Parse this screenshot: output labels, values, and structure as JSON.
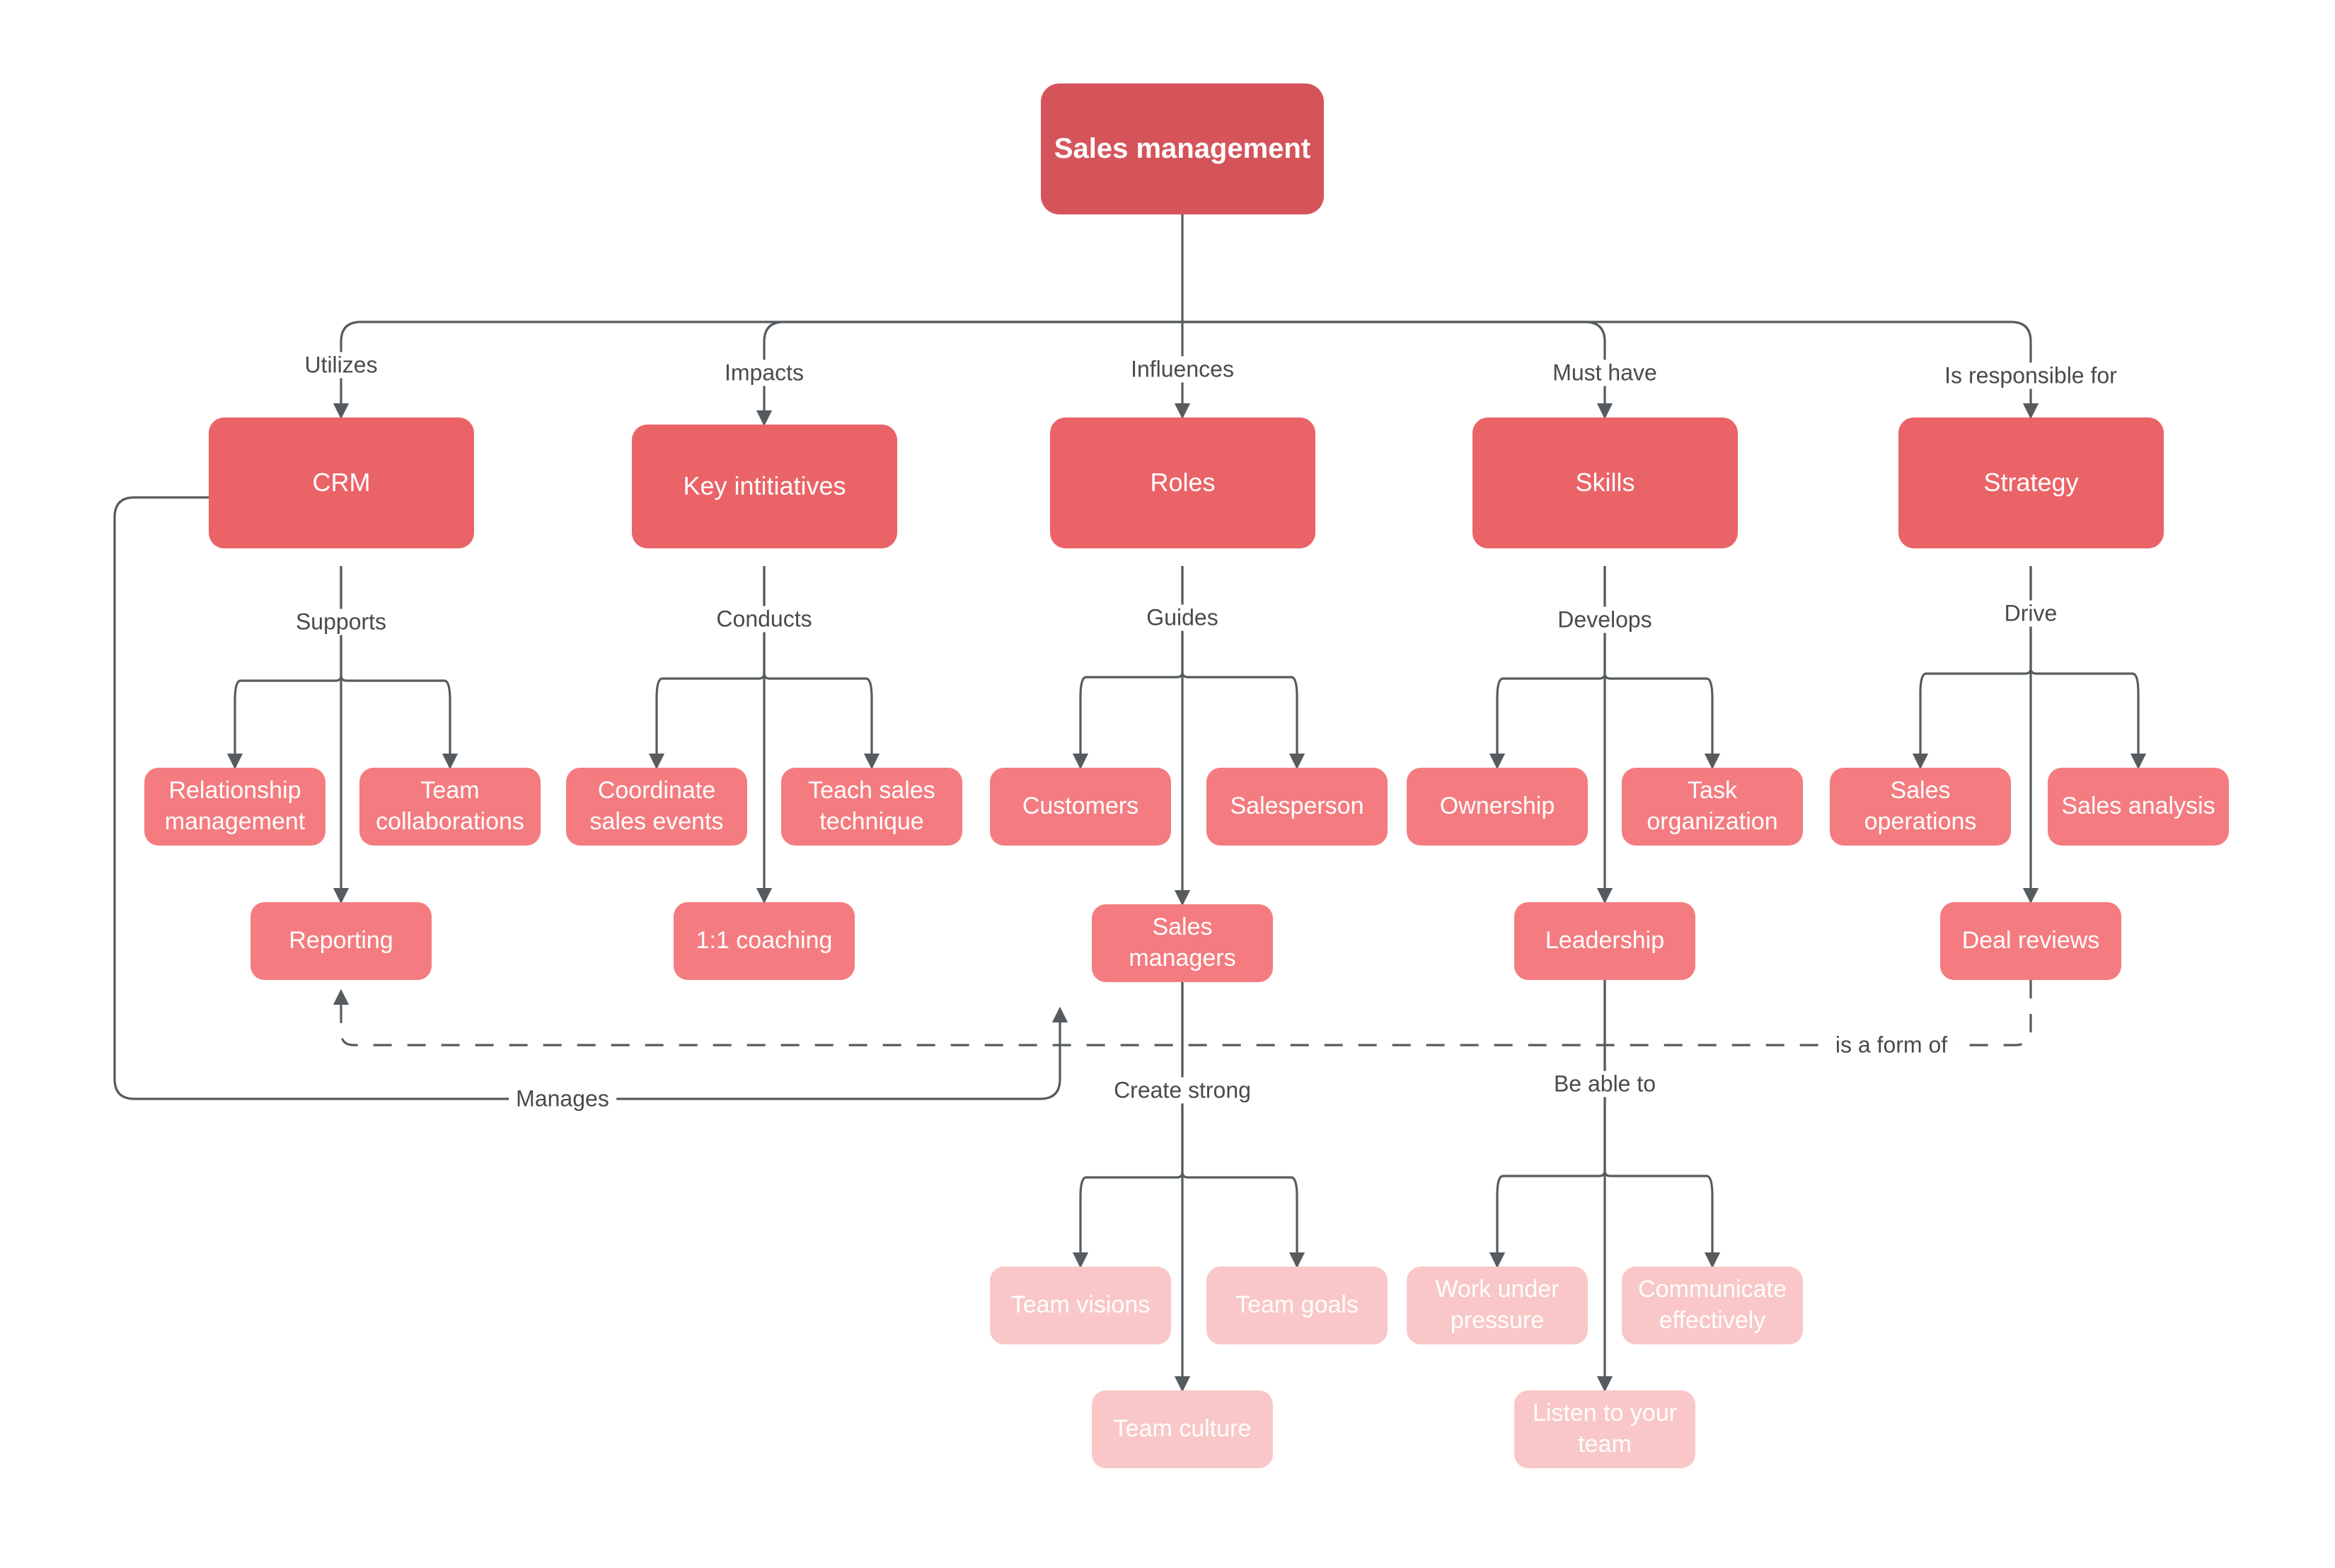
{
  "diagram": {
    "title": "Sales management",
    "background": "#ffffff",
    "colors": {
      "root": "#d4545a",
      "level1": "#ea6367",
      "level2": "#f47c80",
      "level3": "#f9c7c7",
      "edge": "#4a4a4a",
      "label_text": "#4a4a4a",
      "node_text": "#ffffff"
    }
  },
  "nodes": {
    "root": {
      "label": "Sales management",
      "level": "root"
    },
    "crm": {
      "label": "CRM",
      "level": "level1"
    },
    "key_initiatives": {
      "label": "Key intitiatives",
      "level": "level1"
    },
    "roles": {
      "label": "Roles",
      "level": "level1"
    },
    "skills": {
      "label": "Skills",
      "level": "level1"
    },
    "strategy": {
      "label": "Strategy",
      "level": "level1"
    },
    "relationship_management": {
      "label": "Relationship management",
      "level": "level2"
    },
    "team_collaborations": {
      "label": "Team collaborations",
      "level": "level2"
    },
    "reporting": {
      "label": "Reporting",
      "level": "level2"
    },
    "coordinate_sales_events": {
      "label": "Coordinate sales events",
      "level": "level2"
    },
    "teach_sales_technique": {
      "label": "Teach sales technique",
      "level": "level2"
    },
    "one_on_one_coaching": {
      "label": "1:1 coaching",
      "level": "level2"
    },
    "customers": {
      "label": "Customers",
      "level": "level2"
    },
    "salesperson": {
      "label": "Salesperson",
      "level": "level2"
    },
    "sales_managers": {
      "label": "Sales managers",
      "level": "level2"
    },
    "ownership": {
      "label": "Ownership",
      "level": "level2"
    },
    "task_organization": {
      "label": "Task organization",
      "level": "level2"
    },
    "leadership": {
      "label": "Leadership",
      "level": "level2"
    },
    "sales_operations": {
      "label": "Sales operations",
      "level": "level2"
    },
    "sales_analysis": {
      "label": "Sales analysis",
      "level": "level2"
    },
    "deal_reviews": {
      "label": "Deal reviews",
      "level": "level2"
    },
    "team_visions": {
      "label": "Team visions",
      "level": "level3"
    },
    "team_goals": {
      "label": "Team goals",
      "level": "level3"
    },
    "team_culture": {
      "label": "Team culture",
      "level": "level3"
    },
    "work_under_pressure": {
      "label": "Work under pressure",
      "level": "level3"
    },
    "communicate_effectively": {
      "label": "Communicate effectively",
      "level": "level3"
    },
    "listen_to_your_team": {
      "label": "Listen to your team",
      "level": "level3"
    }
  },
  "edge_labels": {
    "utilizes": "Utilizes",
    "impacts": "Impacts",
    "influences": "Influences",
    "must_have": "Must have",
    "is_responsible_for": "Is responsible for",
    "supports": "Supports",
    "conducts": "Conducts",
    "guides": "Guides",
    "develops": "Develops",
    "drive": "Drive",
    "manages": "Manages",
    "is_a_form_of": "is a form of",
    "create_strong": "Create strong",
    "be_able_to": "Be able to"
  },
  "edges": [
    {
      "from": "root",
      "to": "crm",
      "label": "Utilizes",
      "style": "solid"
    },
    {
      "from": "root",
      "to": "key_initiatives",
      "label": "Impacts",
      "style": "solid"
    },
    {
      "from": "root",
      "to": "roles",
      "label": "Influences",
      "style": "solid"
    },
    {
      "from": "root",
      "to": "skills",
      "label": "Must have",
      "style": "solid"
    },
    {
      "from": "root",
      "to": "strategy",
      "label": "Is responsible for",
      "style": "solid"
    },
    {
      "from": "crm",
      "to": "relationship_management",
      "label": "Supports",
      "style": "solid"
    },
    {
      "from": "crm",
      "to": "team_collaborations",
      "label": "Supports",
      "style": "solid"
    },
    {
      "from": "crm",
      "to": "reporting",
      "label": "Supports",
      "style": "solid"
    },
    {
      "from": "key_initiatives",
      "to": "coordinate_sales_events",
      "label": "Conducts",
      "style": "solid"
    },
    {
      "from": "key_initiatives",
      "to": "teach_sales_technique",
      "label": "Conducts",
      "style": "solid"
    },
    {
      "from": "key_initiatives",
      "to": "one_on_one_coaching",
      "label": "Conducts",
      "style": "solid"
    },
    {
      "from": "roles",
      "to": "customers",
      "label": "Guides",
      "style": "solid"
    },
    {
      "from": "roles",
      "to": "salesperson",
      "label": "Guides",
      "style": "solid"
    },
    {
      "from": "roles",
      "to": "sales_managers",
      "label": "Guides",
      "style": "solid"
    },
    {
      "from": "skills",
      "to": "ownership",
      "label": "Develops",
      "style": "solid"
    },
    {
      "from": "skills",
      "to": "task_organization",
      "label": "Develops",
      "style": "solid"
    },
    {
      "from": "skills",
      "to": "leadership",
      "label": "Develops",
      "style": "solid"
    },
    {
      "from": "strategy",
      "to": "sales_operations",
      "label": "Drive",
      "style": "solid"
    },
    {
      "from": "strategy",
      "to": "sales_analysis",
      "label": "Drive",
      "style": "solid"
    },
    {
      "from": "strategy",
      "to": "deal_reviews",
      "label": "Drive",
      "style": "solid"
    },
    {
      "from": "crm",
      "to": "customers",
      "label": "Manages",
      "style": "solid"
    },
    {
      "from": "deal_reviews",
      "to": "reporting",
      "label": "is a form of",
      "style": "dashed"
    },
    {
      "from": "sales_managers",
      "to": "team_visions",
      "label": "Create strong",
      "style": "solid"
    },
    {
      "from": "sales_managers",
      "to": "team_goals",
      "label": "Create strong",
      "style": "solid"
    },
    {
      "from": "sales_managers",
      "to": "team_culture",
      "label": "Create strong",
      "style": "solid"
    },
    {
      "from": "leadership",
      "to": "work_under_pressure",
      "label": "Be able to",
      "style": "solid"
    },
    {
      "from": "leadership",
      "to": "communicate_effectively",
      "label": "Be able to",
      "style": "solid"
    },
    {
      "from": "leadership",
      "to": "listen_to_your_team",
      "label": "Be able to",
      "style": "solid"
    }
  ]
}
